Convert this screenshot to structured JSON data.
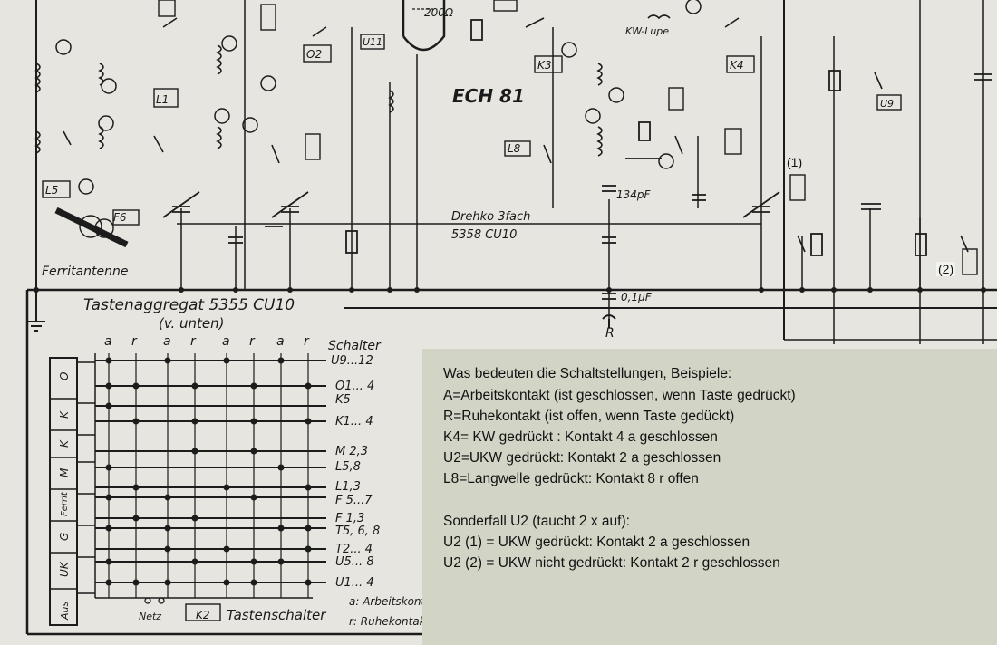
{
  "notes": [
    "Was bedeuten die Schaltstellungen, Beispiele:",
    "A=Arbeitskontakt (ist geschlossen, wenn Taste gedrückt)",
    "R=Ruhekontakt (ist offen, wenn Taste gedückt)",
    "K4= KW gedrückt : Kontakt 4 a geschlossen",
    "U2=UKW gedrückt: Kontakt 2 a geschlossen",
    "L8=Langwelle gedrückt: Kontakt 8 r offen",
    "Sonderfall U2 (taucht  2 x auf):",
    "U2 (1) = UKW gedrückt: Kontakt  2 a geschlossen",
    "U2 (2) = UKW nicht gedrückt: Kontakt 2 r geschlossen"
  ],
  "markers": [
    "(1)",
    "(2)"
  ],
  "schematic": {
    "tube": "ECH 81",
    "drehko": "Drehko 3fach",
    "drehko_part": "5358 CU10",
    "antenna": "Ferritantenne",
    "aggregate": "Tastenaggregat 5355 CU10",
    "bottom_view": "(v. unten)",
    "cap_01uf": "0,1μF",
    "cap_134pf": "134pF",
    "kw_lupe": "KW-Lupe",
    "r_out": "R",
    "res_200": "200Ω",
    "f6": "F6",
    "l5": "L5",
    "l1": "L1",
    "o2": "O2",
    "u11": "U11",
    "k3": "K3",
    "l8": "L8",
    "k4": "K4",
    "u9": "U9"
  },
  "switch": {
    "header": "Schalter",
    "cols": [
      "a",
      "r",
      "a",
      "r",
      "a",
      "r",
      "a",
      "r"
    ],
    "rows": [
      "U9...12",
      "O1... 4",
      "K5",
      "K1... 4",
      "M 2,3",
      "L5,8",
      "L1,3",
      "F 5...7",
      "F 1,3",
      "T5, 6, 8",
      "T2... 4",
      "U5... 8",
      "U1... 4"
    ],
    "keys": [
      "O",
      "K",
      "K",
      "M",
      "Ferrit",
      "G",
      "UK",
      "Aus"
    ],
    "netz": "Netz",
    "k2_box": "K2",
    "title": "Tastenschalter",
    "legend_a": "a: Arbeitskontakt",
    "legend_r": "r: Ruhekontakt"
  }
}
